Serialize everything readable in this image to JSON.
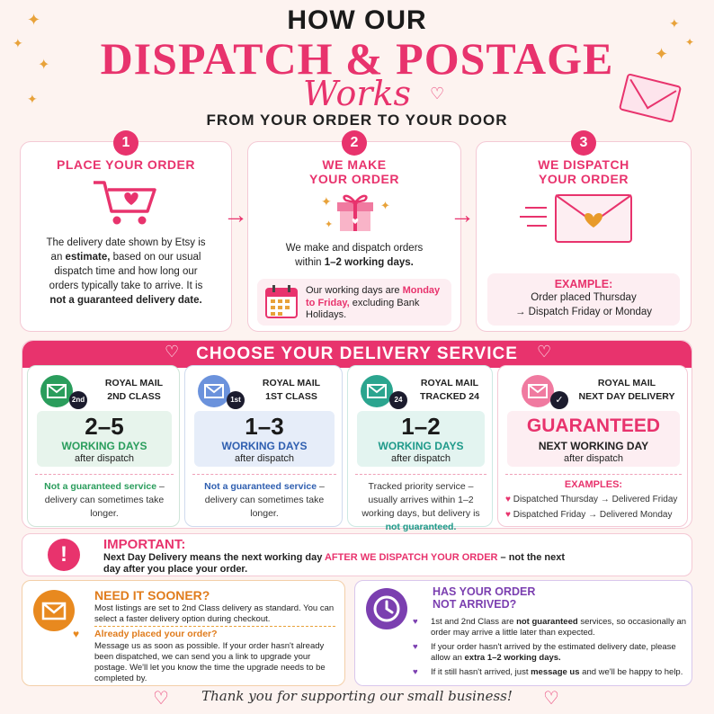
{
  "header": {
    "line1": "HOW OUR",
    "line2": "DISPATCH & POSTAGE",
    "line3": "Works",
    "subtitle": "FROM YOUR ORDER TO YOUR DOOR"
  },
  "steps": [
    {
      "number": "1",
      "title": "PLACE YOUR ORDER",
      "icon": "shopping-cart-icon",
      "text_parts": [
        "The delivery date shown by Etsy is an ",
        "estimate,",
        " based on our usual dispatch time and how long our orders typically take to arrive. It is ",
        "not a guaranteed delivery date."
      ]
    },
    {
      "number": "2",
      "title_line1": "WE MAKE",
      "title_line2": "YOUR ORDER",
      "icon": "gift-box-icon",
      "text_a": "We make and dispatch orders within ",
      "text_b": "1–2 working days.",
      "working_a": "Our working days are ",
      "working_b": "Monday to Friday,",
      "working_c": " excluding Bank Holidays."
    },
    {
      "number": "3",
      "title_line1": "WE DISPATCH",
      "title_line2": "YOUR ORDER",
      "icon": "envelope-heart-icon",
      "example_title": "EXAMPLE:",
      "example_line1": "Order placed Thursday",
      "example_line2": "→ Dispatch Friday or Monday"
    }
  ],
  "delivery": {
    "title": "CHOOSE YOUR DELIVERY SERVICE",
    "services": [
      {
        "name_line1": "ROYAL MAIL",
        "name_line2": "2ND CLASS",
        "badge": "2nd",
        "big": "2–5",
        "days": "WORKING DAYS",
        "after": "after dispatch",
        "note_bold": "Not a guaranteed service",
        "note_rest": " – delivery can sometimes take longer.",
        "accent": "#2a9d5c"
      },
      {
        "name_line1": "ROYAL MAIL",
        "name_line2": "1ST CLASS",
        "badge": "1st",
        "big": "1–3",
        "days": "WORKING DAYS",
        "after": "after dispatch",
        "note_bold": "Not a guaranteed service",
        "note_rest": " – delivery can sometimes take longer.",
        "accent": "#2f5fb0"
      },
      {
        "name_line1": "ROYAL MAIL",
        "name_line2": "TRACKED 24",
        "badge": "24",
        "big": "1–2",
        "days": "WORKING DAYS",
        "after": "after dispatch",
        "note_a": "Tracked priority service – usually arrives within 1–2 working days, but delivery is ",
        "note_b": "not guaranteed.",
        "accent": "#1f9a8a"
      },
      {
        "name_line1": "ROYAL MAIL",
        "name_line2": "NEXT DAY DELIVERY",
        "big": "GUARANTEED",
        "days": "NEXT WORKING DAY",
        "after": "after dispatch",
        "examples_title": "EXAMPLES:",
        "ex1_from": "Dispatched Thursday",
        "ex1_to": "Delivered Friday",
        "ex2_from": "Dispatched Friday",
        "ex2_to": "Delivered Monday",
        "accent": "#e8336d"
      }
    ]
  },
  "important": {
    "title": "IMPORTANT:",
    "text_a": "Next Day Delivery means the next working day ",
    "text_b": "AFTER WE DISPATCH YOUR ORDER",
    "text_c": " – not the next day after you place your order."
  },
  "sooner": {
    "title": "NEED IT SOONER?",
    "text": "Most listings are set to 2nd Class delivery as standard. You can select a faster delivery option during checkout.",
    "sub_title": "Already placed your order?",
    "sub_text": "Message us as soon as possible. If your order hasn't already been dispatched, we can send you a link to upgrade your postage. We'll let you know the time the upgrade needs to be completed by."
  },
  "not_arrived": {
    "title_line1": "HAS YOUR ORDER",
    "title_line2": "NOT ARRIVED?",
    "p1_a": "1st and 2nd Class are ",
    "p1_b": "not guaranteed",
    "p1_c": " services, so occasionally an order may arrive a little later than expected.",
    "p2_a": "If your order hasn't arrived by the estimated delivery date, please allow an ",
    "p2_b": "extra 1–2 working days.",
    "p3_a": "If it still hasn't arrived, just ",
    "p3_b": "message us",
    "p3_c": " and we'll be happy to help."
  },
  "footer": "Thank you for supporting our small business!"
}
